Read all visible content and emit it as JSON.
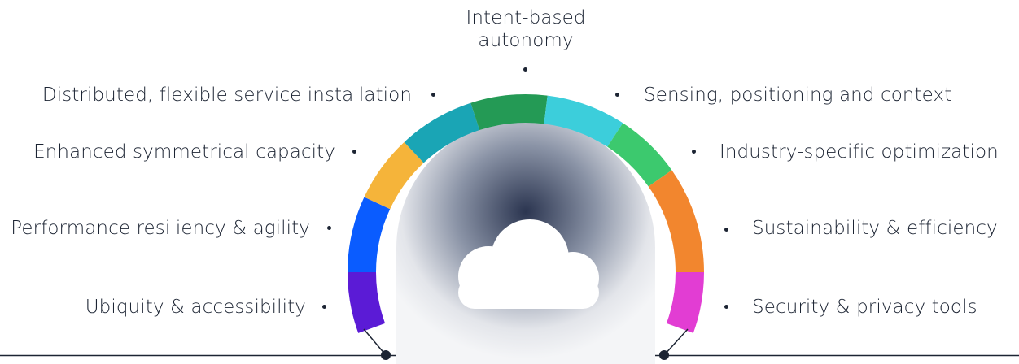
{
  "top_label": {
    "line1": "Intent-based",
    "line2": "autonomy"
  },
  "left_labels": [
    "Distributed, flexible service installation",
    "Enhanced symmetrical capacity",
    "Performance resiliency & agility",
    "Ubiquity & accessibility"
  ],
  "right_labels": [
    "Sensing, positioning and context",
    "Industry-specific optimization",
    "Sustainability & efficiency",
    "Security & privacy tools"
  ],
  "segment_colors": [
    "#5b1bd6",
    "#0a5cff",
    "#f5b43a",
    "#1aa5b5",
    "#249a55",
    "#3ccedb",
    "#3cc96e",
    "#f2862e",
    "#e23dd3"
  ],
  "center_icon": "cloud-icon"
}
